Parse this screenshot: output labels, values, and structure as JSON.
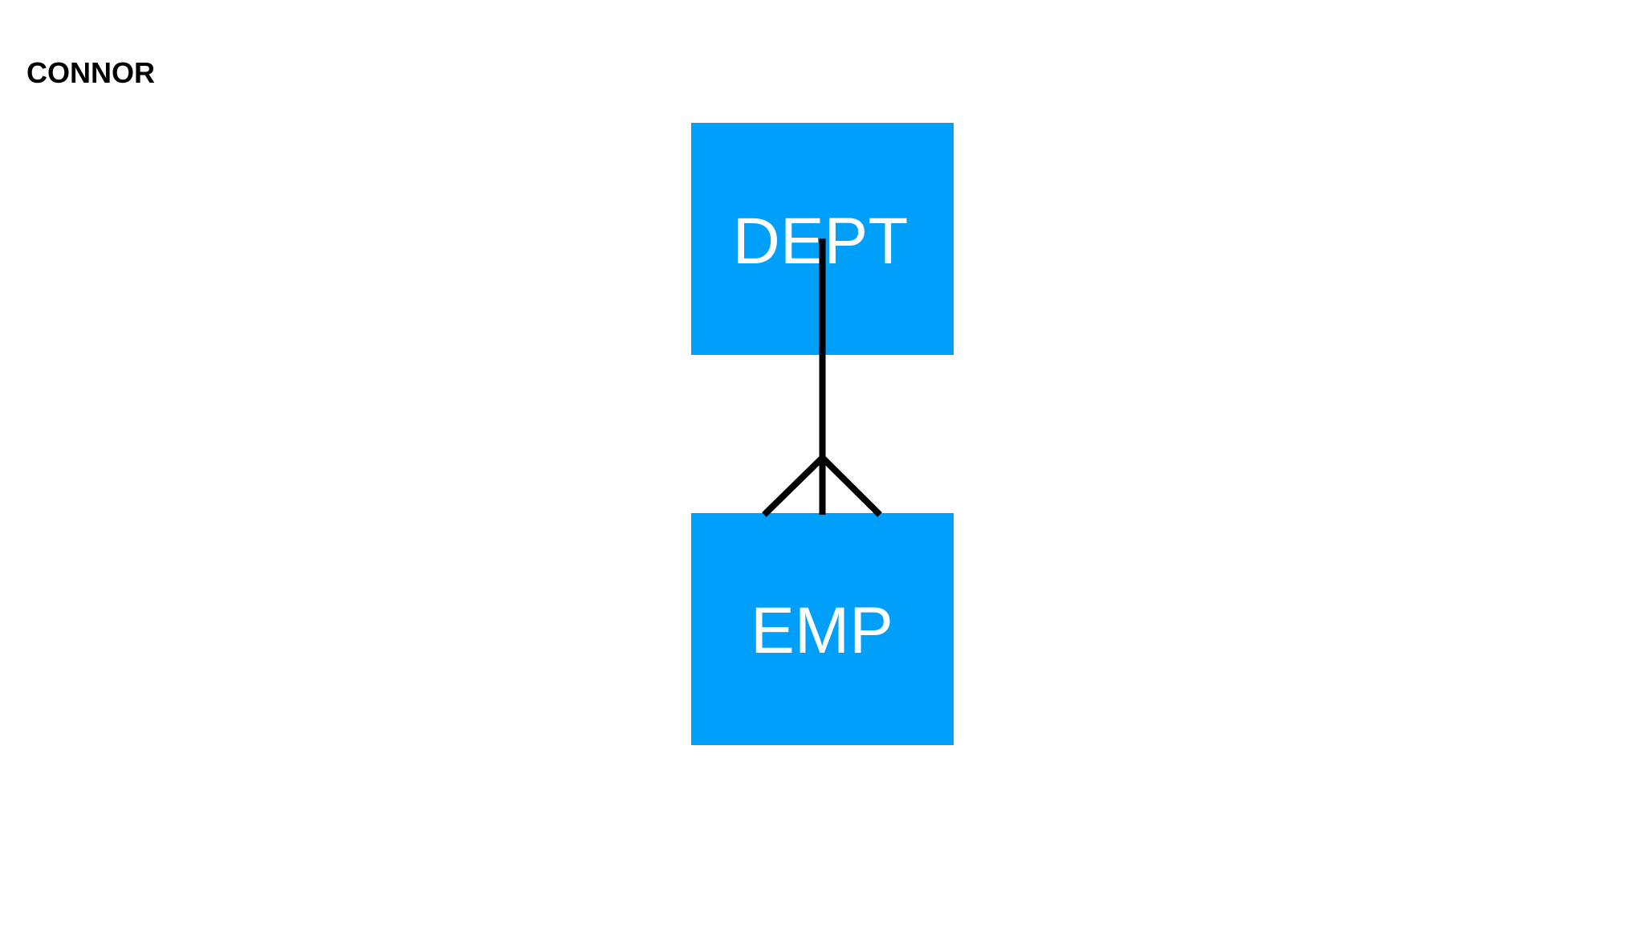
{
  "page": {
    "background_color": "#ffffff",
    "title": "CONNOR",
    "title_color": "#000000"
  },
  "diagram": {
    "type": "entity-relationship",
    "notation": "crow-foot",
    "colors": {
      "entity_fill": "#00A0FA",
      "entity_label": "#ffffff",
      "connector": "#000000"
    },
    "entities": [
      {
        "id": "dept",
        "label": "DEPT"
      },
      {
        "id": "emp",
        "label": "EMP"
      }
    ],
    "relationship": {
      "parent": "DEPT",
      "child": "EMP",
      "cardinality": "one-to-many"
    }
  }
}
